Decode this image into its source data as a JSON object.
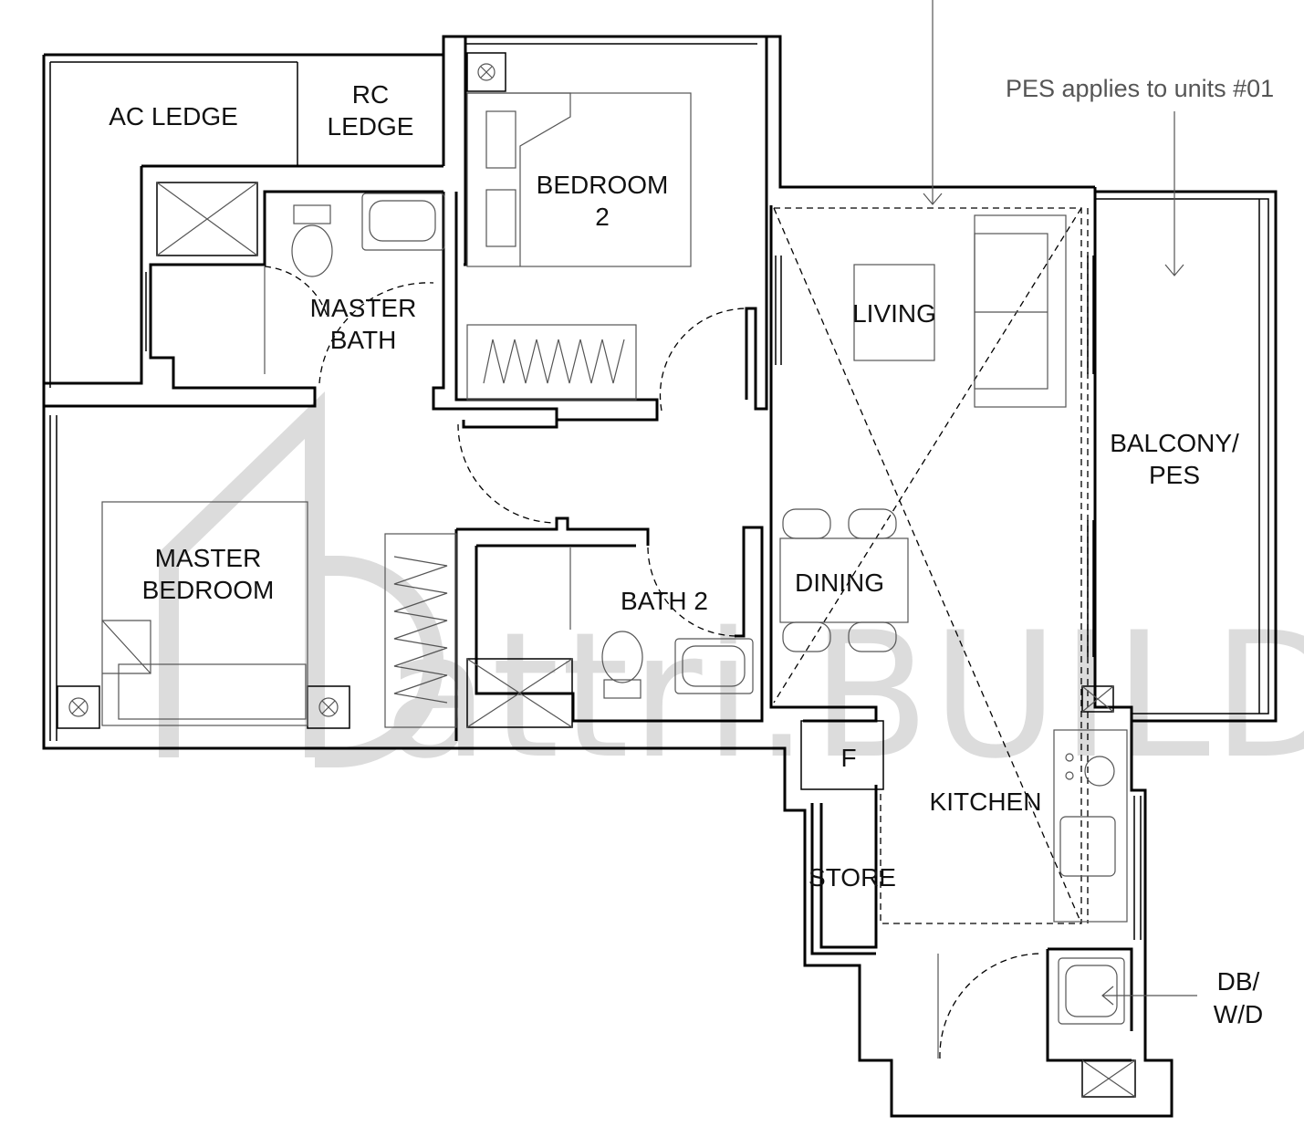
{
  "rooms": {
    "ac_ledge": "AC LEDGE",
    "rc_ledge_1": "RC",
    "rc_ledge_2": "LEDGE",
    "bedroom2_1": "BEDROOM",
    "bedroom2_2": "2",
    "master_bath_1": "MASTER",
    "master_bath_2": "BATH",
    "living": "LIVING",
    "balcony_1": "BALCONY/",
    "balcony_2": "PES",
    "master_bedroom_1": "MASTER",
    "master_bedroom_2": "BEDROOM",
    "bath2": "BATH 2",
    "dining": "DINING",
    "fridge": "F",
    "kitchen": "KITCHEN",
    "store": "STORE",
    "db_wd_1": "DB/",
    "db_wd_2": "W/D"
  },
  "notes": {
    "pes": "PES applies to units #01"
  },
  "watermark": {
    "text": "attri.BUILD"
  }
}
